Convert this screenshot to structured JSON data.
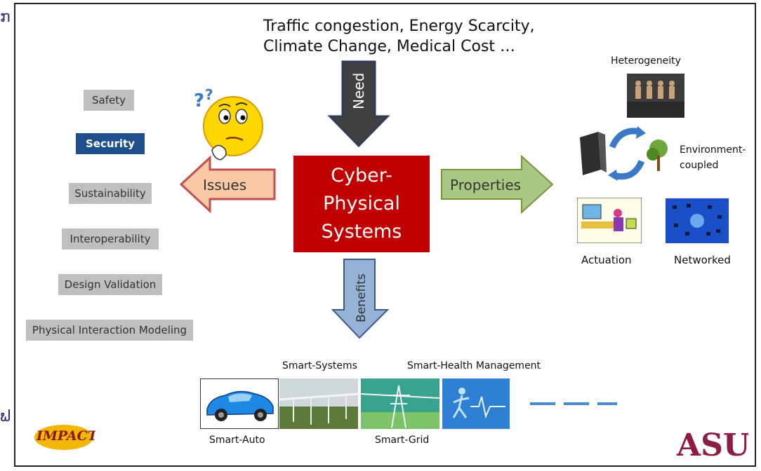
{
  "slide": {
    "title_line1": "Traffic congestion, Energy Scarcity,",
    "title_line2": "Climate Change, Medical Cost …",
    "center": [
      "Cyber-",
      "Physical",
      "Systems"
    ],
    "arrows": {
      "need": "Need",
      "issues": "Issues",
      "properties": "Properties",
      "benefits": "Benefits"
    },
    "issues_list": [
      "Safety",
      "Security",
      "Sustainability",
      "Interoperability",
      "Design Validation",
      "Physical Interaction Modeling"
    ],
    "properties": {
      "heterogeneity": "Heterogeneity",
      "environment_line1": "Environment-",
      "environment_line2": "coupled",
      "actuation": "Actuation",
      "networked": "Networked"
    },
    "benefits": {
      "smart_systems": "Smart-Systems",
      "smart_health": "Smart-Health Management",
      "smart_auto": "Smart-Auto",
      "smart_grid": "Smart-Grid"
    },
    "logos": {
      "impact": "IMPACT",
      "asu": "ASU"
    },
    "colors": {
      "cps_red": "#c00000",
      "need_arrow": "#404040",
      "issues_arrow": "#f9c8a6",
      "properties_arrow": "#a9c882",
      "benefits_arrow": "#95b3d7",
      "security_blue": "#1f4e8c",
      "asu_maroon": "#8c1d40",
      "impact_gold": "#f2b705"
    }
  }
}
